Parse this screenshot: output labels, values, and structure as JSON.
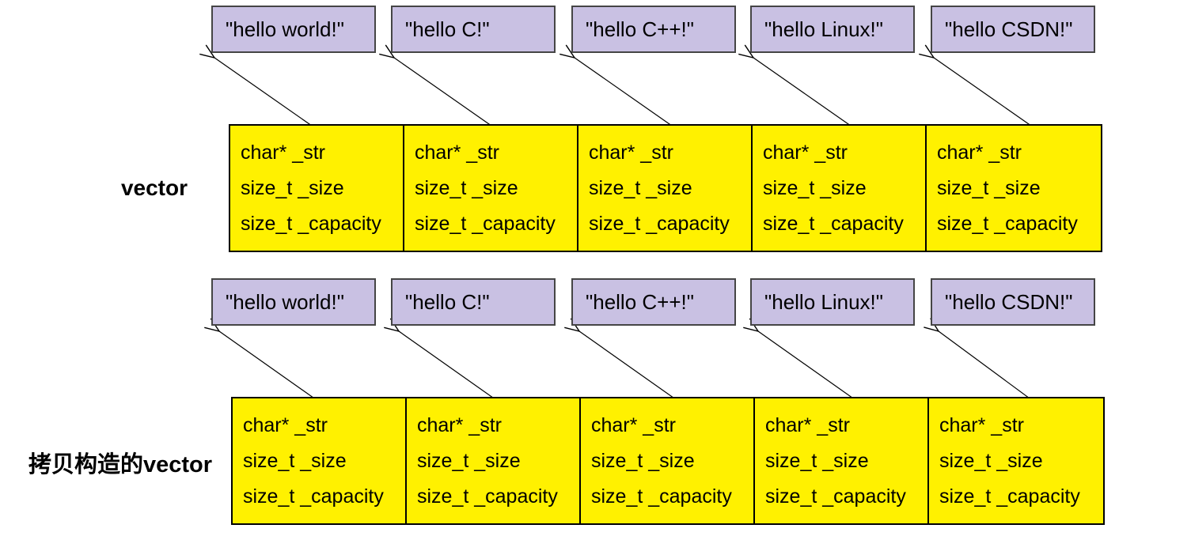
{
  "diagram": {
    "strings": [
      "\"hello world!\"",
      "\"hello C!\"",
      "\"hello C++!\"",
      "\"hello Linux!\"",
      "\"hello CSDN!\""
    ],
    "fields": [
      "char* _str",
      "size_t _size",
      "size_t _capacity"
    ],
    "sections": [
      {
        "label": "vector"
      },
      {
        "label": "拷贝构造的vector"
      }
    ],
    "colors": {
      "string_box_fill": "#C9C1E3",
      "string_box_border": "#454545",
      "vector_cell_fill": "#FFF100",
      "vector_cell_border": "#000000",
      "arrow": "#000000",
      "text": "#000000",
      "background": "#FFFFFF"
    }
  }
}
